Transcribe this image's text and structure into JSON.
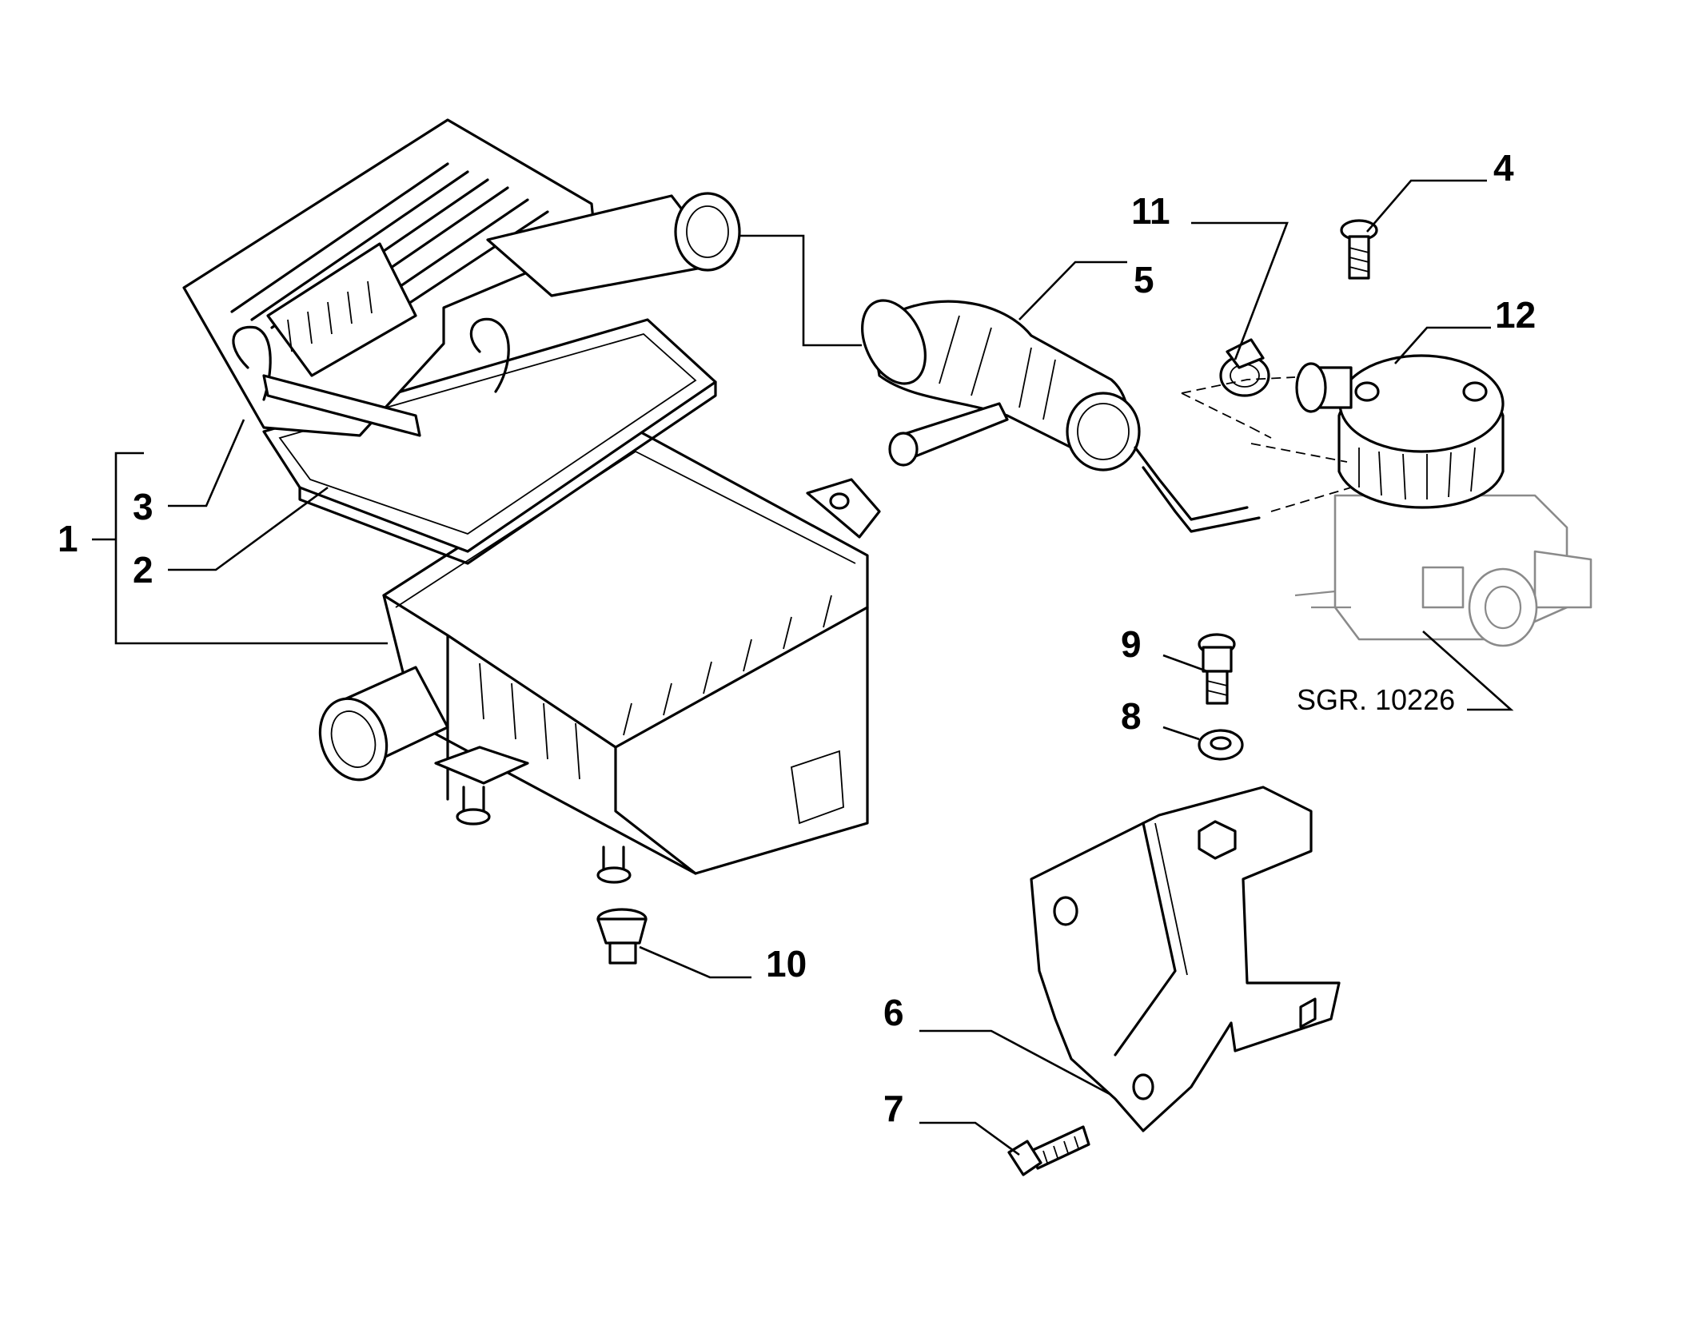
{
  "callouts": {
    "c1": "1",
    "c2": "2",
    "c3": "3",
    "c4": "4",
    "c5": "5",
    "c6": "6",
    "c7": "7",
    "c8": "8",
    "c9": "9",
    "c10": "10",
    "c11": "11",
    "c12": "12"
  },
  "reference": "SGR. 10226"
}
